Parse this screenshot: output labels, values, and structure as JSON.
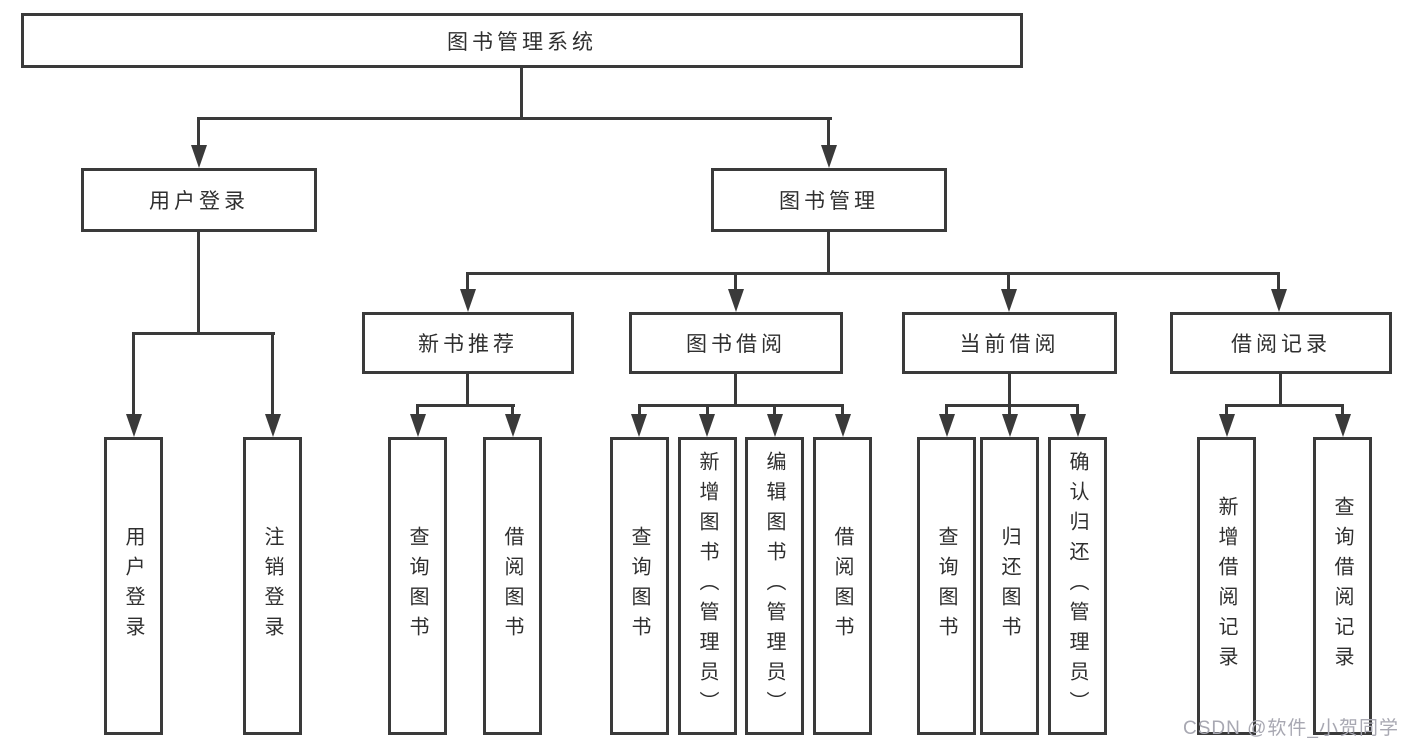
{
  "diagram": {
    "root": {
      "label": "图书管理系统"
    },
    "branches": [
      {
        "label": "用户登录",
        "children": [
          {
            "label": "用户登录"
          },
          {
            "label": "注销登录"
          }
        ]
      },
      {
        "label": "图书管理",
        "children": [
          {
            "label": "新书推荐",
            "children": [
              {
                "label": "查询图书"
              },
              {
                "label": "借阅图书"
              }
            ]
          },
          {
            "label": "图书借阅",
            "children": [
              {
                "label": "查询图书"
              },
              {
                "label": "新增图书（管理员）"
              },
              {
                "label": "编辑图书（管理员）"
              },
              {
                "label": "借阅图书"
              }
            ]
          },
          {
            "label": "当前借阅",
            "children": [
              {
                "label": "查询图书"
              },
              {
                "label": "归还图书"
              },
              {
                "label": "确认归还（管理员）"
              }
            ]
          },
          {
            "label": "借阅记录",
            "children": [
              {
                "label": "新增借阅记录"
              },
              {
                "label": "查询借阅记录"
              }
            ]
          }
        ]
      }
    ]
  },
  "watermark": {
    "text": "CSDN @软件_小贺同学"
  },
  "colors": {
    "line": "#3a3a3a",
    "text": "#2f2f2f",
    "watermark": "#a8a8b2",
    "background": "#ffffff"
  }
}
